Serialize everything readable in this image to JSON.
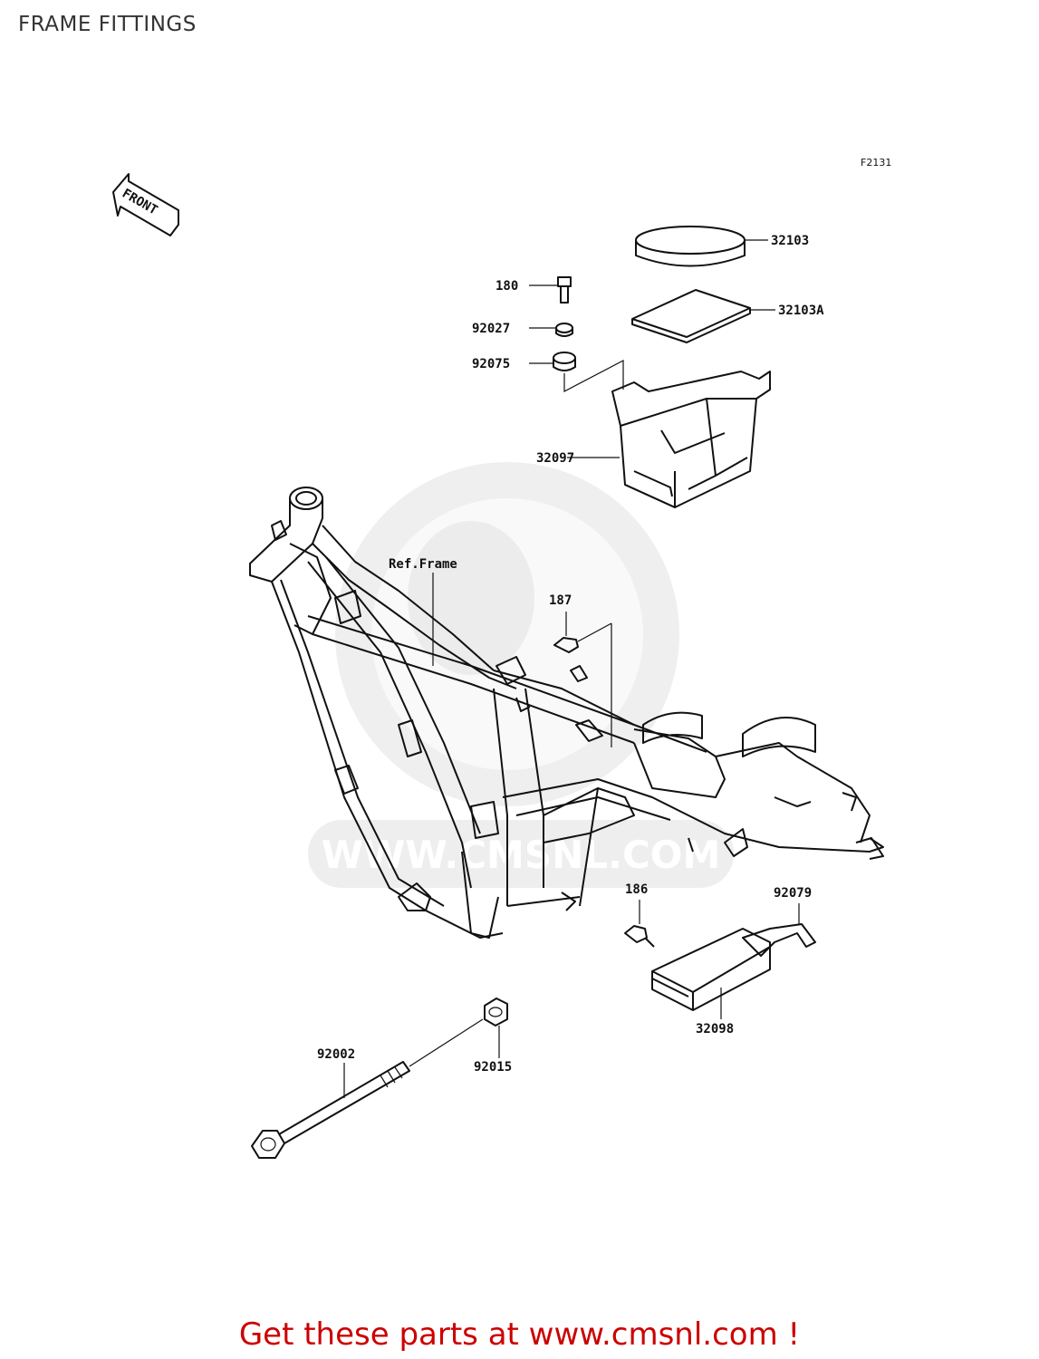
{
  "title": "FRAME FITTINGS",
  "figure_code": "F2131",
  "front_arrow_label": "FRONT",
  "watermark_text": "WWW.CMSNL.COM",
  "ref_frame_label": "Ref.Frame",
  "parts": {
    "p32103": "32103",
    "p32103A": "32103A",
    "p180": "180",
    "p92027": "92027",
    "p92075": "92075",
    "p32097": "32097",
    "p187": "187",
    "p186": "186",
    "p92079": "92079",
    "p32098": "32098",
    "p92002": "92002",
    "p92015": "92015"
  },
  "footer": "Get these parts at www.cmsnl.com !"
}
